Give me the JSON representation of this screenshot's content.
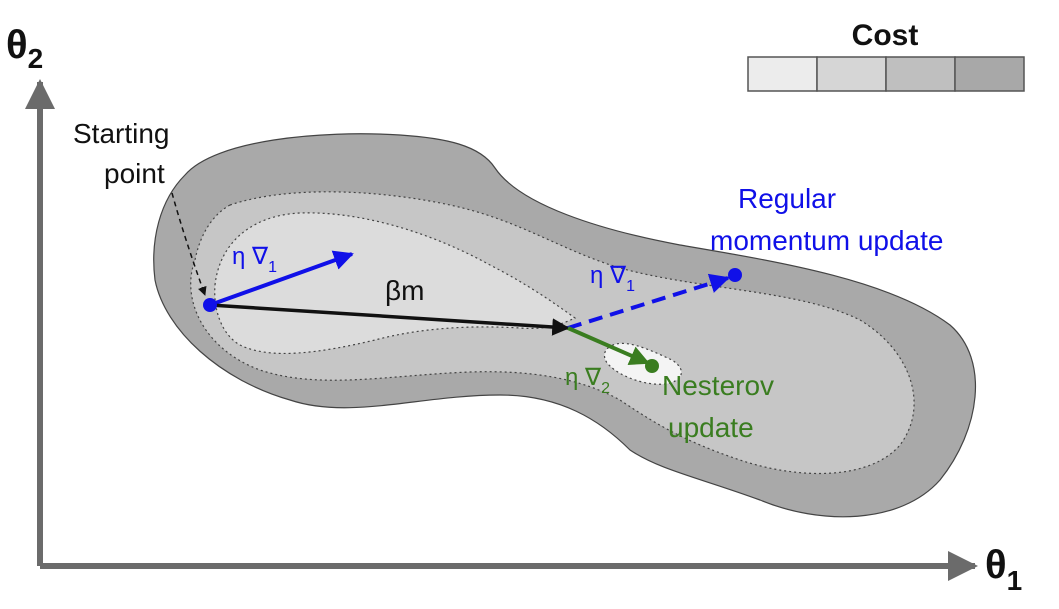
{
  "axes": {
    "y_label": "θ",
    "y_sub": "2",
    "x_label": "θ",
    "x_sub": "1"
  },
  "legend": {
    "title": "Cost",
    "colors": [
      "#ececec",
      "#d6d6d6",
      "#bfbfbf",
      "#a8a8a8"
    ]
  },
  "labels": {
    "starting_point_line1": "Starting",
    "starting_point_line2": "point",
    "grad1_symbol": "η ∇",
    "grad1_sub": "1",
    "momentum": "βm",
    "regular_grad_symbol": "η ∇",
    "regular_grad_sub": "1",
    "regular_line1": "Regular",
    "regular_line2": "momentum update",
    "nesterov_grad_symbol": "η ∇",
    "nesterov_grad_sub": "2",
    "nesterov_line1": "Nesterov",
    "nesterov_line2": "update"
  },
  "colors": {
    "blue": "#1010e8",
    "green": "#3a7d20",
    "black": "#111111",
    "axis": "#6b6b6b",
    "outer_region": "#a9a9a9",
    "mid_region": "#c6c6c6",
    "inner_region": "#dcdcdc",
    "minimum_region": "#f4f4f4"
  }
}
